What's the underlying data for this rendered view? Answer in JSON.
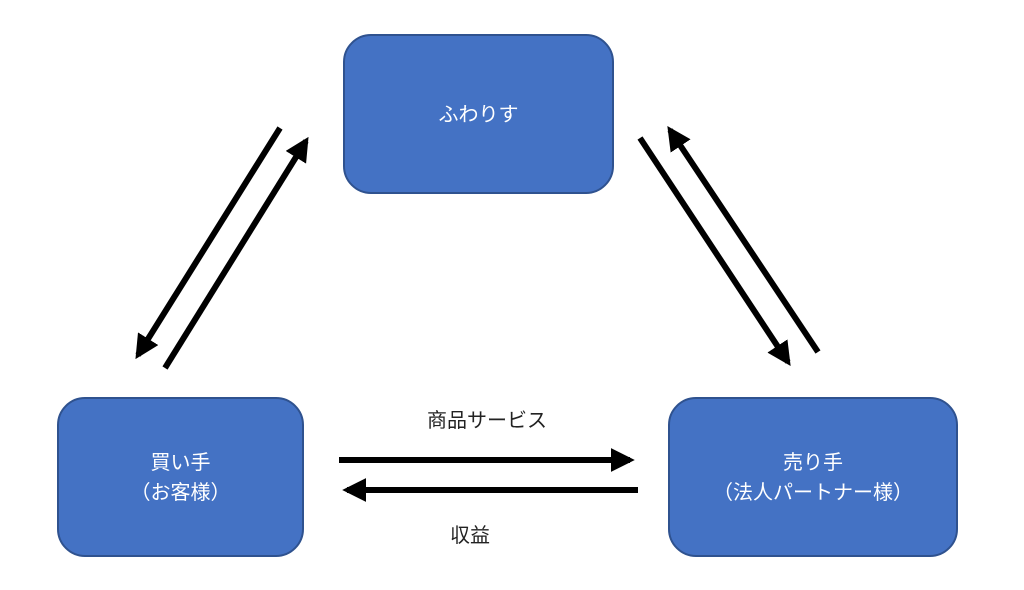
{
  "nodes": {
    "top": {
      "line1": "ふわりす"
    },
    "left": {
      "line1": "買い手",
      "line2": "（お客様）"
    },
    "right": {
      "line1": "売り手",
      "line2": "（法人パートナー様）"
    }
  },
  "edges": {
    "goods_label": "商品サービス",
    "revenue_label": "収益"
  },
  "colors": {
    "node_fill": "#4472c4",
    "node_border": "#2f528f",
    "arrow": "#000000"
  }
}
